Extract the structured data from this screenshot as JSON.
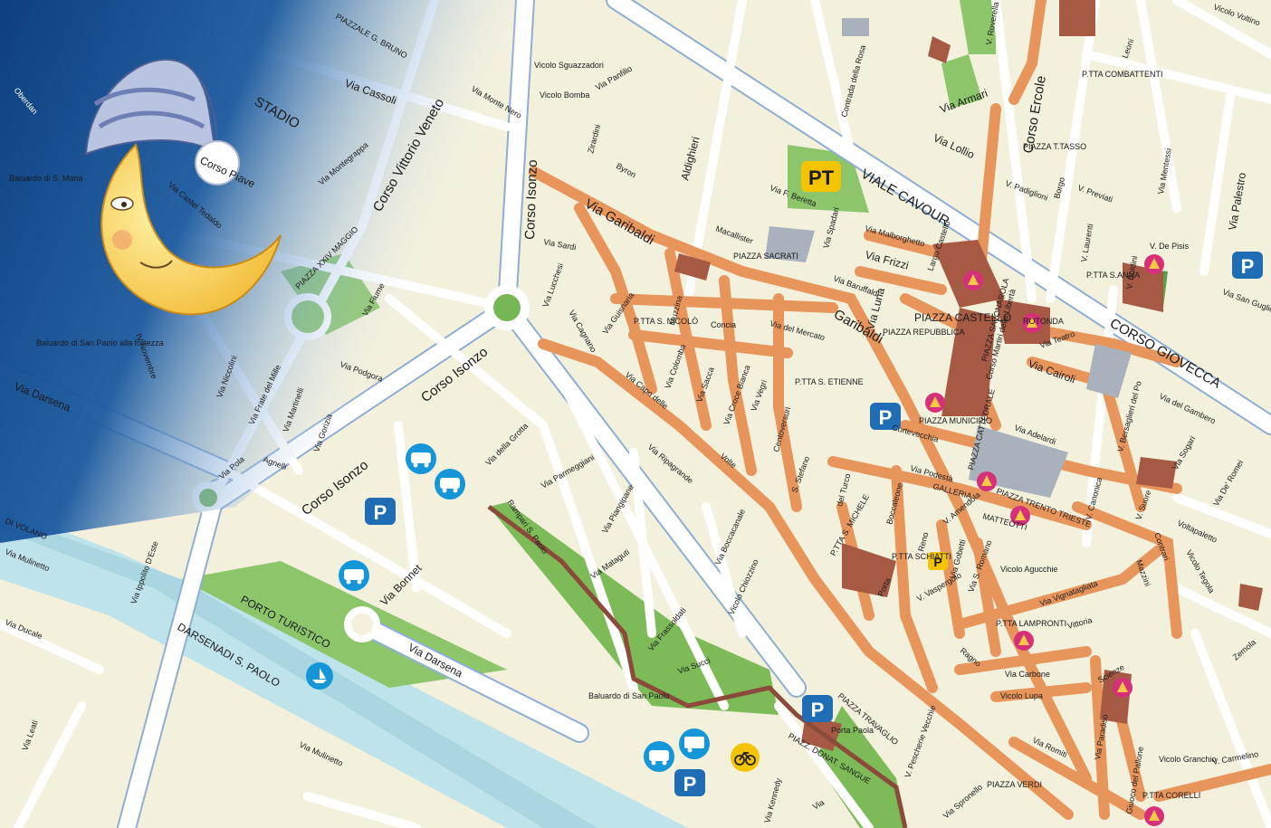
{
  "colors": {
    "background": "#f3f0dc",
    "road": "#ffffff",
    "road_casing": "#7a9cc4",
    "historic_road": "#e8955b",
    "green": "#76b655",
    "water": "#bfe3ea",
    "night": "#0d3f7e",
    "building": "#a65a44",
    "church_gray": "#a8b1bc",
    "parking_blue": "#1f6db5",
    "monument_pink": "#d6307a"
  },
  "labels": {
    "stadio": "STADIO",
    "piazzale_bruno": "PIAZZALE G. BRUNO",
    "via_cassoli": "Via Cassoli",
    "corso_vittorio_veneto": "Corso Vittorio Veneto",
    "corso_isonzo_v": "Corso Isonzo",
    "corso_isonzo_mid": "Corso Isonzo",
    "corso_isonzo_low": "Corso Isonzo",
    "corso_piave": "Corso Piave",
    "via_montegrappa": "Via Montegrappa",
    "via_castel_tedaldo": "Via Castel Tedaldo",
    "piazza_xxiv_maggio": "PIAZZA XXIV MAGGIO",
    "via_fiume": "Via Fiume",
    "via_podgora": "Via Podgora",
    "via_niccolini": "Via Niccolini",
    "via_frate_mille": "Via Frate del Mille",
    "via_martinelli": "Via Martinelli",
    "via_gorizia": "Via Gorizia",
    "via_pola": "Via Pola",
    "agnelli": "Agnelli",
    "via_darsena_left": "Via Darsena",
    "via_darsena_low": "Via Darsena",
    "baluardo_maria": "Baluardo di S. Maria",
    "baluardo_fortezza": "Baluardo di San Paolo alla fortezza",
    "iv_novembre": "IV Novembre",
    "via_ippolito": "Via Ippolito D'Este",
    "di_volano": "DI VOLANO",
    "via_mulinetto": "Via Mulinetto",
    "via_mulinetto_low": "Via Mulinetto",
    "porto_turistico": "PORTO TURISTICO",
    "darsena_s_paolo": "DARSENADI S. PAOLO",
    "via_bonnet": "Via Bonnet",
    "rampari": "Rampari S. Paolo",
    "via_grotta": "Via della Grotta",
    "via_parmeggiani": "Via Parmeggiani",
    "via_piangipane": "Via Piangipane",
    "via_mataguti": "Via Mataguti",
    "via_frassoldati": "Via Frassoldati",
    "via_succi": "Via Succi",
    "baluardo_paolo": "Baluardo di San Paolo",
    "via_ripagrande": "Via Ripagrande",
    "via_garibaldi": "Via Garibaldi",
    "garibaldi_2": "Garibaldi",
    "via_aldighieri": "Aldighieri",
    "via_byron": "Byron",
    "via_panfilio": "Via Panfilio",
    "via_zirardini": "Zirardini",
    "vicolo_sguazzadori": "Vicolo Sguazzadori",
    "via_monte_nero": "Via Monte Nero",
    "vicolo_bomba": "Vicolo Bomba",
    "viale_cavour": "VIALE CAVOUR",
    "piazza_sacrati": "PIAZZA SACRATI",
    "via_spadari": "Via Spadari",
    "via_beretta": "Via F. Beretta",
    "via_frizzi": "Via Frizzi",
    "via_malborghetto": "Via Malborghetto",
    "via_baruffaldi": "Via Baruffaldi",
    "via_luna": "Via Luna",
    "piazza_castello": "PIAZZA CASTELLO",
    "piazza_repubblica": "PIAZZA REPUBBLICA",
    "largo_castello": "Largo Castello",
    "corso_ercole": "Corso Ercole",
    "via_armari": "Via Armari",
    "via_lollio": "Via Lollio",
    "piazza_tasso": "PIAZZA T.TASSO",
    "ptta_combattenti": "P.TTA COMBATTENTI",
    "via_previati": "V. Previati",
    "via_mentessi": "Via Mentessi",
    "via_palestro": "Via Palestro",
    "v_de_pisis": "V. De Pisis",
    "ptta_sanna": "P.TTA S.ANNA",
    "corso_giovecca": "CORSO GIOVECCA",
    "via_cairoli": "Via Cairoli",
    "via_teatro": "Via Teatro",
    "rotonda": "ROTONDA",
    "via_gambero": "Via del Gambero",
    "via_adelardi": "Via Adelardi",
    "piazza_municipio": "PIAZZA MUNICIPIO",
    "piazza_cattedrale": "PIAZZA CATTEDRALE",
    "piazza_trento": "PIAZZA TRENTO TRIESTE",
    "ptta_etienne": "P.TTA S. ETIENNE",
    "ptta_nicolo": "P.TTA S. NICOLÒ",
    "via_mercato": "Via del Mercato",
    "via_concia": "Concia",
    "via_muzzina": "Muzzina",
    "via_colomba": "Via Colomba",
    "via_sacca": "Via Sacca",
    "via_croce_bianca": "Via Croce Bianca",
    "via_vegri": "Via Vegri",
    "via_centoversuri": "Centoversuri",
    "via_capo": "Via Capo delle",
    "via_volte": "Volte",
    "via_guisnaria": "Via Guisnaria",
    "via_carlo": "Via",
    "via_sardi": "Via Sardi",
    "via_lucchesi": "Via Lucchesi",
    "via_turco": "del Turco",
    "via_boccaleone": "Boccaleone",
    "via_podesta": "Via Podestà",
    "via_cortevecchia": "Cortevecchia",
    "ptta_michele": "P.TTA S. MICHELE",
    "ptta_schiatti": "P.TTA SCHIATTI",
    "via_reno": "Reno",
    "via_romano": "Via S. Romano",
    "via_porta": "Porta",
    "via_amendola": "V. Amendola",
    "via_vignatagliata": "Via Vignatagliata",
    "ptta_lampronti": "P.TTA LAMPRONTI",
    "via_vittoria": "Vittoria",
    "via_mazzini": "Mazzini",
    "via_contrari": "Contrari",
    "via_carbone": "Via Carbone",
    "vicolo_lupa": "Vicolo Lupa",
    "via_ragno": "Ragno",
    "via_paradiso": "Via Paradiso",
    "via_scienze": "Scienze",
    "via_romiti": "Via Romiti",
    "via_voltapaletto": "Voltapaletto",
    "via_de_romei": "Via De' Romei",
    "via_sogari": "Via Sogari",
    "via_savonarola": "PIAZZA SAVONAROLA",
    "via_boccacanale": "Via Boccacanale",
    "vicolo_chiozzino": "Vicolo Chiozzino",
    "via_kennedy": "Via Kennedy",
    "porta_paola": "Porta Paola",
    "piazza_travaglio": "PIAZZA TRAVAGLIO",
    "piazza_sangue": "PIAZZ. DONAT. SANGUE",
    "via_sproneto": "Via Spronello",
    "piazza_verdi": "PIAZZA VERDI",
    "via_giuoco": "Giuoco del Pallone",
    "vicolo_granchio": "Vicolo Granchio",
    "via_carmelino": "V. Carmelino",
    "ptta_corelli": "P.TTA CORELLI",
    "via_leati": "Via Leati",
    "via_voltino": "Vicolo Voltino",
    "via_san_guglielmo": "Via San Guglielmo",
    "via_leoni": "Leoni",
    "via_contrada_rosa": "Contrada della Rosa",
    "via_macallister": "Macallister",
    "via_boldini": "V. Boldini",
    "via_laurenti": "V. Laurenti",
    "via_padiglioni": "V. Padiglioni",
    "via_borgo": "Borgo",
    "via_roverella": "V. Roverella",
    "via_bersaglieri": "V. Bersaglieri del Po",
    "via_canonica": "V. Canonica",
    "via_zemola": "Zemola",
    "vicolo_agucchie": "Vicolo Agucchie",
    "via_vaspergolo": "V. Vaspergolo",
    "via_gobetti": "Via Gobetti",
    "via_pescherie": "V. Pescherie Vecchie",
    "via_mattecci": "MATTEOTTI",
    "galleria": "GALLERIA",
    "via_ducale": "Via Ducale",
    "corso_martiri": "Corso Martiri della Libertà",
    "via_lucchesi2": "Via Cagnano",
    "via_s_stefano": "S. Stefano",
    "via_oberdan": "Oberdan",
    "via_suore": "V. Suore",
    "vicolo_tegola": "Vicolo Tegola"
  },
  "symbols": {
    "post_office": "PT",
    "parking": "P",
    "small_parking": "P",
    "icons": [
      "moon-icon",
      "bus-icon",
      "camper-icon",
      "bicycle-icon",
      "boat-icon",
      "monument-icon",
      "church-icon"
    ]
  }
}
